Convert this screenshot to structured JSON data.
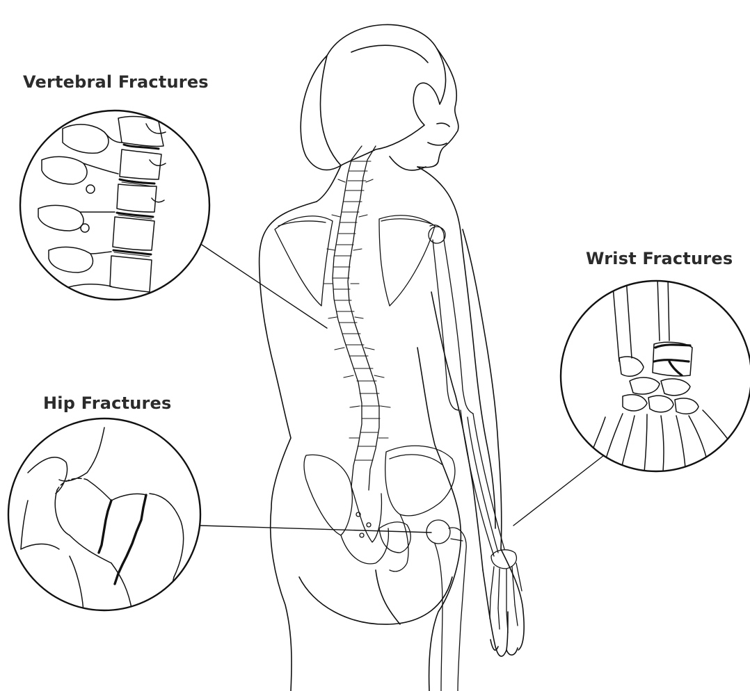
{
  "labels": {
    "vertebral": "Vertebral Fractures",
    "wrist": "Wrist Fractures",
    "hip": "Hip Fractures"
  },
  "colors": {
    "line": "#111111",
    "text": "#2b2b2b",
    "background": "#ffffff"
  }
}
